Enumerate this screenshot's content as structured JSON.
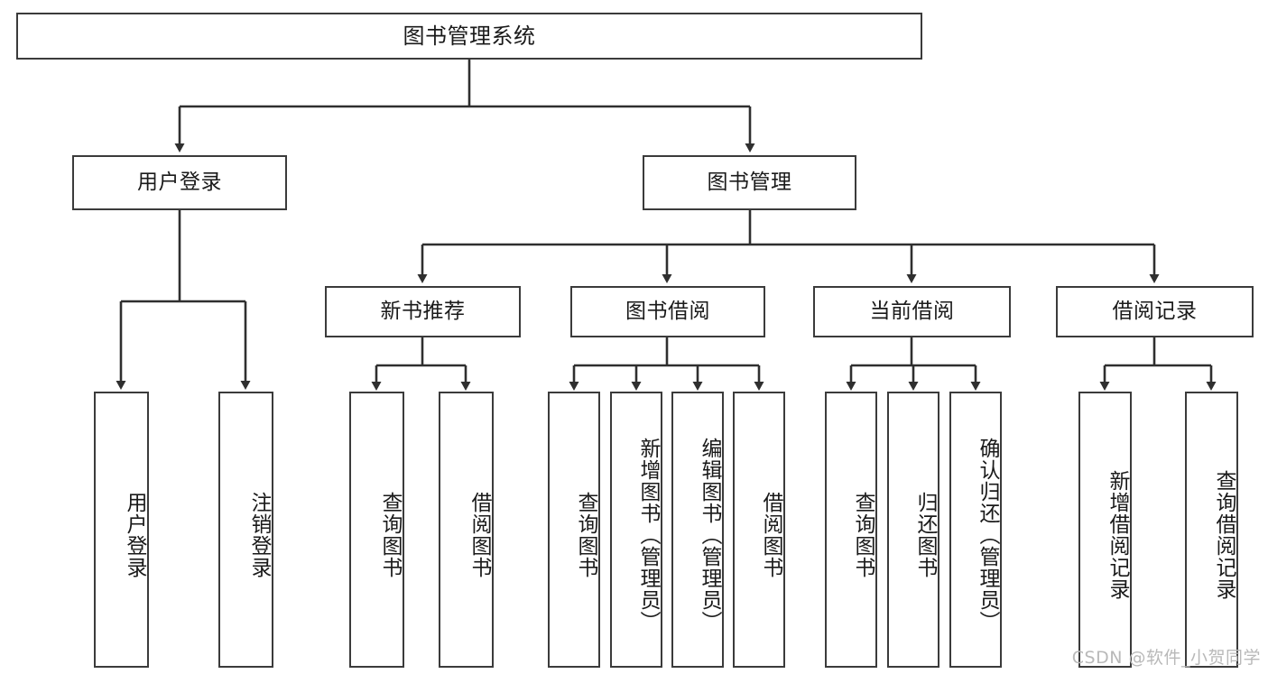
{
  "diagram": {
    "title": "图书管理系统",
    "watermark": "CSDN @软件_小贺同学",
    "colors": {
      "box_border": "#3b3b3b",
      "connector": "#2f2f2f",
      "background": "#ffffff",
      "text": "#1a1a1a",
      "watermark": "#b9b9b9"
    },
    "root": {
      "label": "图书管理系统"
    },
    "level2": [
      {
        "label": "用户登录"
      },
      {
        "label": "图书管理"
      }
    ],
    "level3": [
      {
        "label": "新书推荐"
      },
      {
        "label": "图书借阅"
      },
      {
        "label": "当前借阅"
      },
      {
        "label": "借阅记录"
      }
    ],
    "leaves": {
      "user_login": [
        {
          "label": "用户登录"
        },
        {
          "label": "注销登录"
        }
      ],
      "new_book_recommend": [
        {
          "label": "查询图书"
        },
        {
          "label": "借阅图书"
        }
      ],
      "book_borrow": [
        {
          "label": "查询图书"
        },
        {
          "label": "新增图书（管理员）"
        },
        {
          "label": "编辑图书（管理员）"
        },
        {
          "label": "借阅图书"
        }
      ],
      "current_borrow": [
        {
          "label": "查询图书"
        },
        {
          "label": "归还图书"
        },
        {
          "label": "确认归还（管理员）"
        }
      ],
      "borrow_record": [
        {
          "label": "新增借阅记录"
        },
        {
          "label": "查询借阅记录"
        }
      ]
    }
  }
}
